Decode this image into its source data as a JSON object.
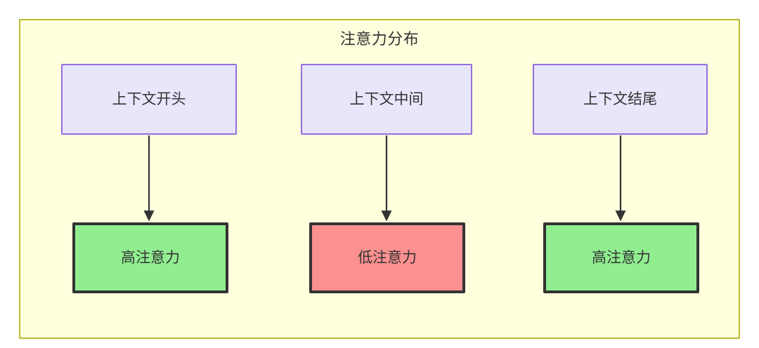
{
  "diagram": {
    "title": "注意力分布",
    "background_color": "#ffffdd",
    "border_color": "#bbbb33",
    "context_nodes": [
      {
        "id": "context-start",
        "label": "上下文开头",
        "fill": "#e8e6fb",
        "stroke": "#9370db"
      },
      {
        "id": "context-middle",
        "label": "上下文中间",
        "fill": "#e8e6fb",
        "stroke": "#9370db"
      },
      {
        "id": "context-end",
        "label": "上下文结尾",
        "fill": "#e8e6fb",
        "stroke": "#9370db"
      }
    ],
    "attention_nodes": [
      {
        "id": "attention-high-start",
        "label": "高注意力",
        "fill": "#90ee90",
        "stroke": "#333333"
      },
      {
        "id": "attention-low-middle",
        "label": "低注意力",
        "fill": "#fa9090",
        "stroke": "#333333"
      },
      {
        "id": "attention-high-end",
        "label": "高注意力",
        "fill": "#90ee90",
        "stroke": "#333333"
      }
    ],
    "edges": [
      {
        "from": "context-start",
        "to": "attention-high-start",
        "label": ""
      },
      {
        "from": "context-middle",
        "to": "attention-low-middle",
        "label": ""
      },
      {
        "from": "context-end",
        "to": "attention-high-end",
        "label": ""
      }
    ],
    "edge_color": "#333333"
  }
}
